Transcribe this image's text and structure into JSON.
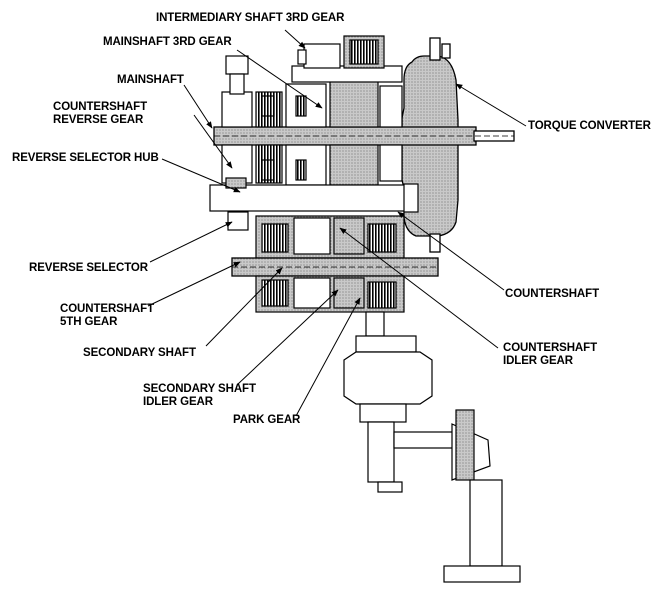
{
  "labels": {
    "intermediary_shaft_3rd_gear": "INTERMEDIARY SHAFT 3RD GEAR",
    "mainshaft_3rd_gear": "MAINSHAFT 3RD GEAR",
    "mainshaft": "MAINSHAFT",
    "countershaft_reverse_gear": [
      "COUNTERSHAFT",
      "REVERSE GEAR"
    ],
    "reverse_selector_hub": "REVERSE SELECTOR HUB",
    "torque_converter": "TORQUE CONVERTER",
    "reverse_selector": "REVERSE SELECTOR",
    "countershaft_5th_gear": [
      "COUNTERSHAFT",
      "5TH GEAR"
    ],
    "countershaft": "COUNTERSHAFT",
    "secondary_shaft": "SECONDARY SHAFT",
    "countershaft_idler_gear": [
      "COUNTERSHAFT",
      "IDLER GEAR"
    ],
    "secondary_shaft_idler_gear": [
      "SECONDARY SHAFT",
      "IDLER GEAR"
    ],
    "park_gear": "PARK GEAR"
  },
  "colors": {
    "ink": "#000000",
    "stipple": "#bdbdbd",
    "dark_stipple": "#8a8a8a",
    "paper": "#ffffff"
  }
}
